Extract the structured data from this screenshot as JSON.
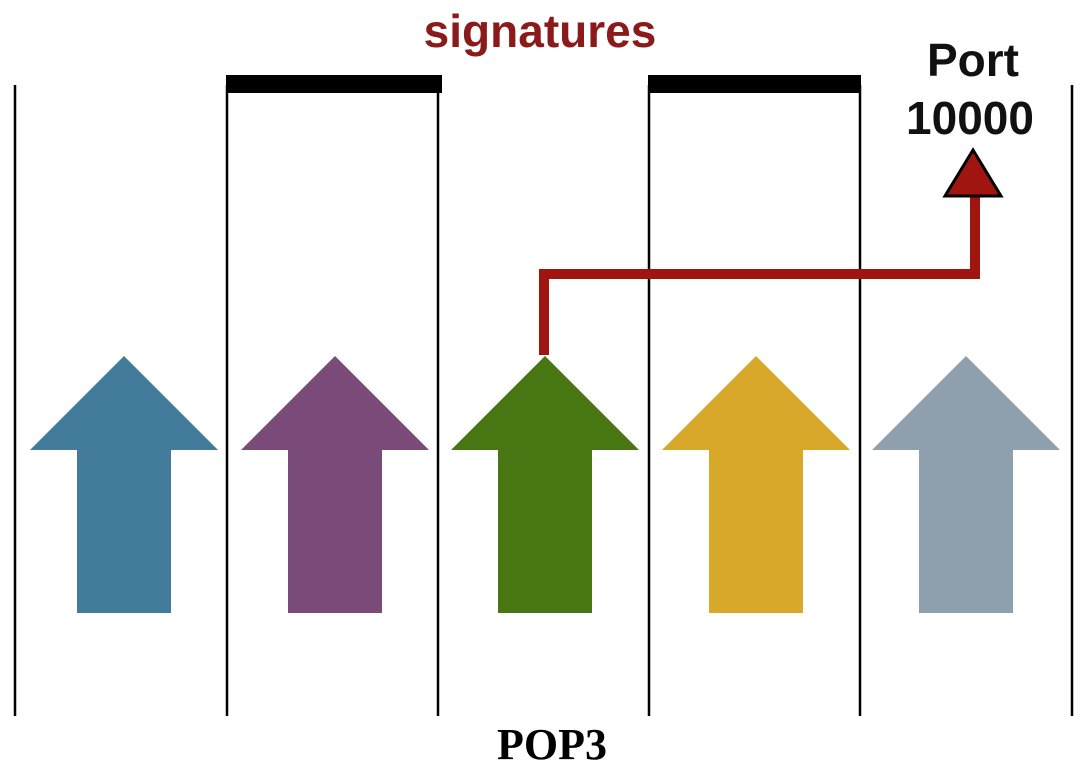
{
  "diagram": {
    "title": "signatures",
    "port_label_line1": "Port",
    "port_label_line2": "10000",
    "bottom_label": "POP3",
    "colors": {
      "signature_label": "#8b1a1a",
      "connector": "#a01510",
      "port_marker": "#a01510",
      "divider": "#000000",
      "signature_bar": "#000000"
    },
    "arrows": [
      {
        "name": "arrow-1",
        "color": "#437c9a"
      },
      {
        "name": "arrow-2",
        "color": "#7a4b78"
      },
      {
        "name": "arrow-3",
        "color": "#477612"
      },
      {
        "name": "arrow-4",
        "color": "#d8a82a"
      },
      {
        "name": "arrow-5",
        "color": "#8ea0ae"
      }
    ]
  }
}
